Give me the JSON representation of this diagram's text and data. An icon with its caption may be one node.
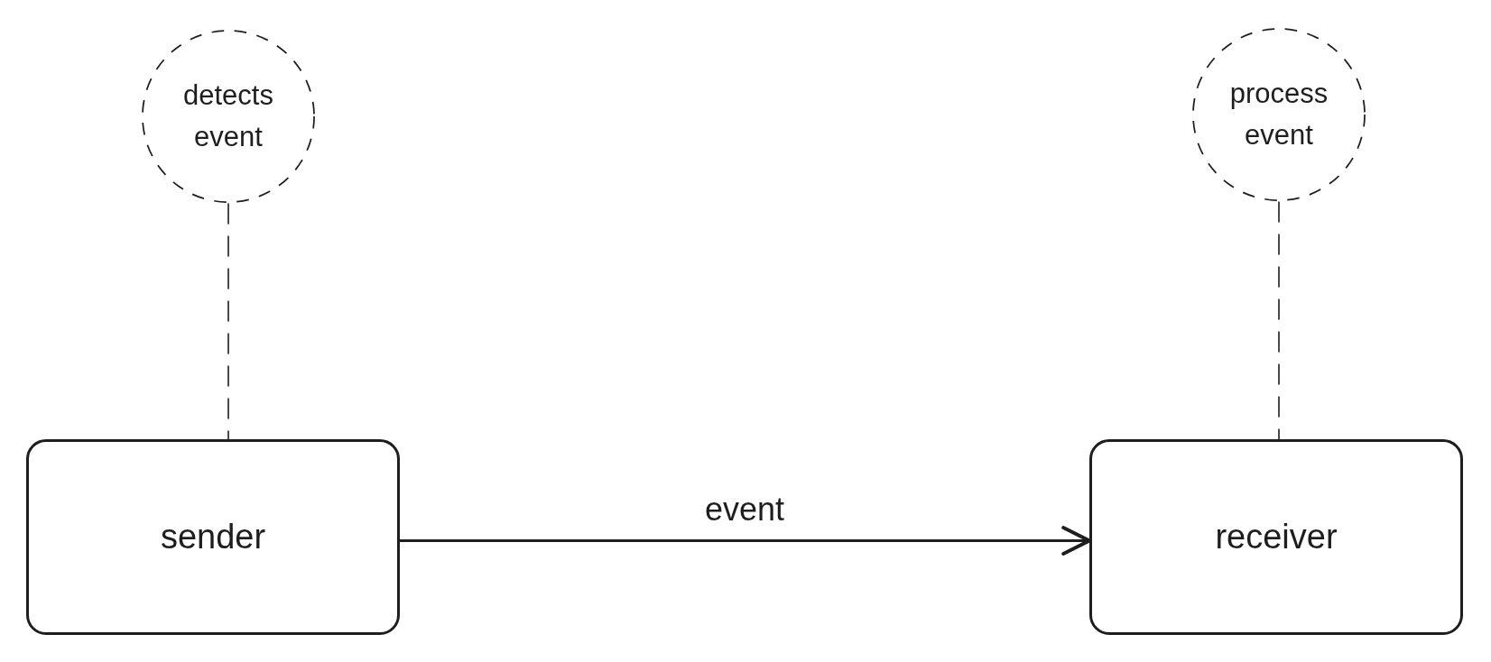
{
  "diagram": {
    "nodes": [
      {
        "text": [
          "detects event"
        ]
      },
      {
        "text": [
          "process event"
        ]
      },
      {
        "text": [
          "sender"
        ]
      },
      {
        "text": [
          "receiver"
        ]
      }
    ],
    "edges": [
      {
        "from": 0,
        "to": 2,
        "arrow": "none",
        "style": "dashed"
      },
      {
        "from": 1,
        "to": 3,
        "arrow": "none",
        "style": "dashed"
      },
      {
        "from": 2,
        "to": 3,
        "arrow": "to",
        "label": "event"
      }
    ]
  }
}
